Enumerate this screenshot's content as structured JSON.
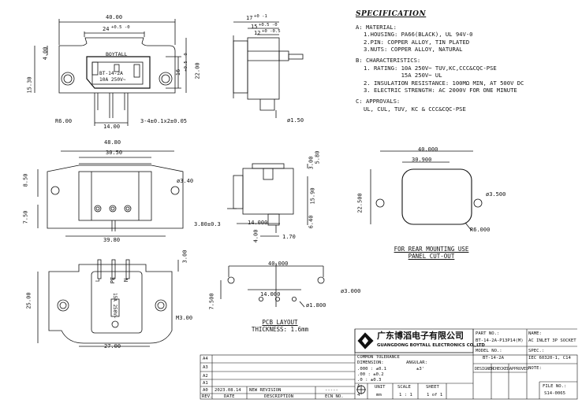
{
  "specification": {
    "title": "SPECIFICATION",
    "material_header": "A: MATERIAL:",
    "material": [
      "1.HOUSING: PA66(BLACK), UL 94V-0",
      "2.PIN: COPPER ALLOY, TIN PLATED",
      "3.NUTS: COPPER ALLOY, NATURAL"
    ],
    "char_header": "B: CHARACTERISTICS:",
    "characteristics": [
      "1. RATING: 10A 250V~ TUV,KC,CCC&CQC-PSE",
      "           15A 250V~ UL",
      "2. INSULATION RESISTANCE: 100MΩ MIN, AT 500V DC",
      "3. ELECTRIC STRENGTH: AC 2000V FOR ONE MINUTE"
    ],
    "appr_header": "C: APPROVALS:",
    "approvals": "UL, CUL, TUV, KC & CCC&CQC-PSE"
  },
  "front_view": {
    "dim_width": "40.00",
    "dim_top": "24",
    "tol_top": "+0.5 -0",
    "dim_left": "4.00",
    "dim_left2": "15.30",
    "dim_right": "16",
    "tol_right": "+0.5 -0",
    "dim_height": "22.00",
    "radius": "R6.00",
    "pin_spacing": "14.00",
    "pin_note": "3-4±0.1x2±0.05",
    "brand": "BOYTALL",
    "model": "BT-14-2A",
    "rating": "10A 250V~"
  },
  "side_view": {
    "d1": "17",
    "d1_tol": "+0 -1",
    "d2": "15",
    "d2_tol": "+0.5 -0",
    "d3": "12",
    "d3_tol": "+0 -0.5",
    "hole": "ø1.50"
  },
  "top_view": {
    "dim_width": "48.80",
    "dim_inner": "30.50",
    "dim_h1": "8.50",
    "dim_h2": "7.50",
    "hole": "ø3.40",
    "dim_bottom": "39.80"
  },
  "section_view": {
    "d_top": "5.80",
    "d_top2": "3.00",
    "d_h": "15.90",
    "d_h2": "6.40",
    "d_left": "3.80±0.3",
    "d_pin": "14.000",
    "d_b1": "4.00",
    "d_b2": "1.70"
  },
  "bottom_view": {
    "dim_h": "25.00",
    "dim_top": "3.00",
    "pin_labels": [
      "L",
      "PE",
      "N"
    ],
    "rating": "15A 250V~",
    "nut": "M3.00",
    "dim_width": "27.00"
  },
  "panel_cutout": {
    "w_outer": "40.000",
    "w_inner": "30.900",
    "height": "22.500",
    "hole": "ø3.500",
    "radius": "R6.000",
    "caption": [
      "FOR REAR MOUNTING USE",
      "PANEL CUT-OUT"
    ]
  },
  "pcb_layout": {
    "w": "40.000",
    "h": "7.500",
    "pitch": "14.000",
    "hole_big": "ø3.000",
    "hole_small": "ø1.800",
    "caption": [
      "PCB LAYOUT",
      "THICKNESS: 1.6mm"
    ]
  },
  "title_block": {
    "company_cn": "广东博滔电子有限公司",
    "company_en": "GUANGDONG BOYTALL ELECTRONICS CO.,LTD",
    "part_no_label": "PART NO.:",
    "part_no": "BT-14-2A-P13P14(M)",
    "name_label": "NAME:",
    "name": "AC INLET 3P SOCKET",
    "model_label": "MODEL NO.:",
    "model": "BT-14-2A",
    "spec_label": "SPEC.:",
    "spec": "IEC 60320-1, C14",
    "designer": "DESIGNER",
    "checked": "CHECKED",
    "approved": "APPROVED",
    "note_label": "NOTE:",
    "file_label": "FILE NO.:",
    "file_no": "S14-0065",
    "tolerance_title": "COMMON TOLERANCE",
    "dimension": "DIMENSION:",
    "angular": "ANGULAR:",
    "angular_val": "±3'",
    "tol_rows": [
      ".000 : ±0.1",
      ".00  : ±0.2",
      ".0   : ±0.3"
    ],
    "unit_label": "UNIT",
    "unit": "mm",
    "scale_label": "SCALE",
    "scale": "1 : 1",
    "sheet_label": "SHEET",
    "sheet": "1 of 1",
    "rev_rows": [
      "A4",
      "A3",
      "A2",
      "A1"
    ],
    "a0": "A0",
    "a0_date": "2023.08.14",
    "a0_desc": "NEW REVISION",
    "a0_dash": "-----",
    "hdr_rev": "REV.",
    "hdr_date": "DATE",
    "hdr_desc": "DESCRIPTION",
    "hdr_ecn": "ECN NO.",
    "size_a": "A",
    "size_4": "4"
  }
}
